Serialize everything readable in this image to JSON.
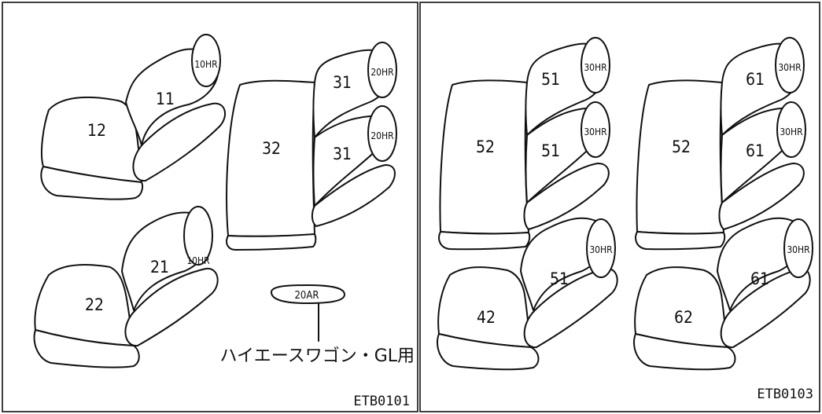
{
  "panel_left": {
    "seat_a": {
      "back": "11",
      "cushion": "12",
      "headrest": "10HR"
    },
    "seat_b": {
      "back": "21",
      "cushion": "22",
      "headrest": "10HR"
    },
    "bench": {
      "back_top": "31",
      "back_bottom": "31",
      "cushion": "32",
      "headrest_top": "20HR",
      "headrest_bottom": "20HR"
    },
    "armrest": {
      "label": "20AR",
      "note": "ハイエースワゴン・GL用"
    },
    "code": "ETB0101"
  },
  "panel_right": {
    "bench_a": {
      "back_top": "51",
      "back_bottom": "51",
      "cushion": "52",
      "headrest_top": "30HR",
      "headrest_bottom": "30HR"
    },
    "bench_b": {
      "back_top": "61",
      "back_bottom": "61",
      "cushion": "52",
      "headrest_top": "30HR",
      "headrest_bottom": "30HR"
    },
    "seat_c": {
      "back": "51",
      "cushion": "42",
      "headrest": "30HR"
    },
    "seat_d": {
      "back": "61",
      "cushion": "62",
      "headrest": "30HR"
    },
    "code": "ETB0103"
  }
}
